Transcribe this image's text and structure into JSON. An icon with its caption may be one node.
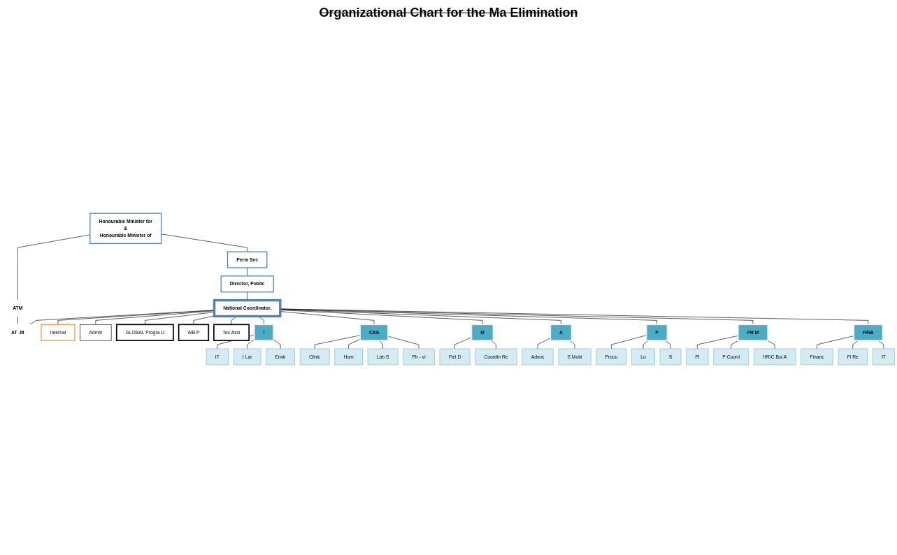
{
  "diagram": {
    "title": "Organizational Chart for the Ma Elimination",
    "nodes": [
      {
        "text": [
          "Honourable Minister for",
          "&",
          "Honourable Minister of"
        ]
      },
      {
        "text": [
          "ATM"
        ]
      },
      {
        "text": [
          "Perm Sec"
        ]
      },
      {
        "text": [
          "Director, Public"
        ]
      },
      {
        "text": [
          "National Coordinator,"
        ]
      },
      {
        "text": [
          "AT -M"
        ]
      },
      {
        "text": [
          "Internal"
        ]
      },
      {
        "text": [
          "Admin"
        ]
      },
      {
        "text": [
          "GLOBAL Progra U"
        ]
      },
      {
        "text": [
          "WB P"
        ]
      },
      {
        "text": [
          "Tec Assi"
        ]
      },
      {
        "text": [
          "I"
        ]
      },
      {
        "text": [
          "IT"
        ]
      },
      {
        "text": [
          "I Lar"
        ]
      },
      {
        "text": [
          "Envir"
        ]
      },
      {
        "text": [
          "CAS"
        ]
      },
      {
        "text": [
          "Clinic"
        ]
      },
      {
        "text": [
          "Hom"
        ]
      },
      {
        "text": [
          "Lab S"
        ]
      },
      {
        "text": [
          "Ph - vi"
        ]
      },
      {
        "text": [
          "M"
        ]
      },
      {
        "text": [
          "Fiel D"
        ]
      },
      {
        "text": [
          "Coordin Re"
        ]
      },
      {
        "text": [
          "A"
        ]
      },
      {
        "text": [
          "Advoc"
        ]
      },
      {
        "text": [
          "S Mobi"
        ]
      },
      {
        "text": [
          "P"
        ]
      },
      {
        "text": [
          "Procu"
        ]
      },
      {
        "text": [
          "Lo"
        ]
      },
      {
        "text": [
          "S"
        ]
      },
      {
        "text": [
          "PR M"
        ]
      },
      {
        "text": [
          "Pl"
        ]
      },
      {
        "text": [
          "P Coord"
        ]
      },
      {
        "text": [
          "HR/C Bui A"
        ]
      },
      {
        "text": [
          "FINA"
        ]
      },
      {
        "text": [
          "Financ"
        ]
      },
      {
        "text": [
          "Fi Re"
        ]
      },
      {
        "text": [
          "IT"
        ]
      }
    ],
    "edges": [
      {
        "from": 0,
        "to": 2,
        "arrow": "none"
      },
      {
        "from": 0,
        "to": 1,
        "arrow": "none"
      },
      {
        "from": 1,
        "to": 5,
        "arrow": "none"
      },
      {
        "from": 2,
        "to": 3,
        "arrow": "none"
      },
      {
        "from": 3,
        "to": 4,
        "arrow": "none"
      },
      {
        "from": 4,
        "to": 5,
        "arrow": "none"
      },
      {
        "from": 4,
        "to": 6,
        "arrow": "none"
      },
      {
        "from": 4,
        "to": 7,
        "arrow": "none"
      },
      {
        "from": 4,
        "to": 11,
        "arrow": "none"
      },
      {
        "from": 4,
        "to": 15,
        "arrow": "none"
      },
      {
        "from": 4,
        "to": 20,
        "arrow": "none"
      },
      {
        "from": 4,
        "to": 23,
        "arrow": "none"
      },
      {
        "from": 4,
        "to": 26,
        "arrow": "none"
      },
      {
        "from": 4,
        "to": 30,
        "arrow": "none"
      },
      {
        "from": 4,
        "to": 34,
        "arrow": "none"
      },
      {
        "from": 4,
        "to": 8,
        "arrow": "none"
      },
      {
        "from": 4,
        "to": 9,
        "arrow": "none"
      },
      {
        "from": 4,
        "to": 10,
        "arrow": "none"
      },
      {
        "from": 11,
        "to": 12,
        "arrow": "none"
      },
      {
        "from": 11,
        "to": 13,
        "arrow": "none"
      },
      {
        "from": 11,
        "to": 14,
        "arrow": "none"
      },
      {
        "from": 15,
        "to": 16,
        "arrow": "none"
      },
      {
        "from": 15,
        "to": 17,
        "arrow": "none"
      },
      {
        "from": 15,
        "to": 18,
        "arrow": "none"
      },
      {
        "from": 15,
        "to": 19,
        "arrow": "none"
      },
      {
        "from": 20,
        "to": 21,
        "arrow": "none"
      },
      {
        "from": 20,
        "to": 22,
        "arrow": "none"
      },
      {
        "from": 23,
        "to": 24,
        "arrow": "none"
      },
      {
        "from": 23,
        "to": 25,
        "arrow": "none"
      },
      {
        "from": 26,
        "to": 27,
        "arrow": "none"
      },
      {
        "from": 26,
        "to": 28,
        "arrow": "none"
      },
      {
        "from": 26,
        "to": 29,
        "arrow": "none"
      },
      {
        "from": 30,
        "to": 31,
        "arrow": "none"
      },
      {
        "from": 30,
        "to": 32,
        "arrow": "none"
      },
      {
        "from": 30,
        "to": 33,
        "arrow": "none"
      },
      {
        "from": 34,
        "to": 35,
        "arrow": "none"
      },
      {
        "from": 34,
        "to": 36,
        "arrow": "none"
      },
      {
        "from": 34,
        "to": 37,
        "arrow": "none"
      }
    ]
  }
}
